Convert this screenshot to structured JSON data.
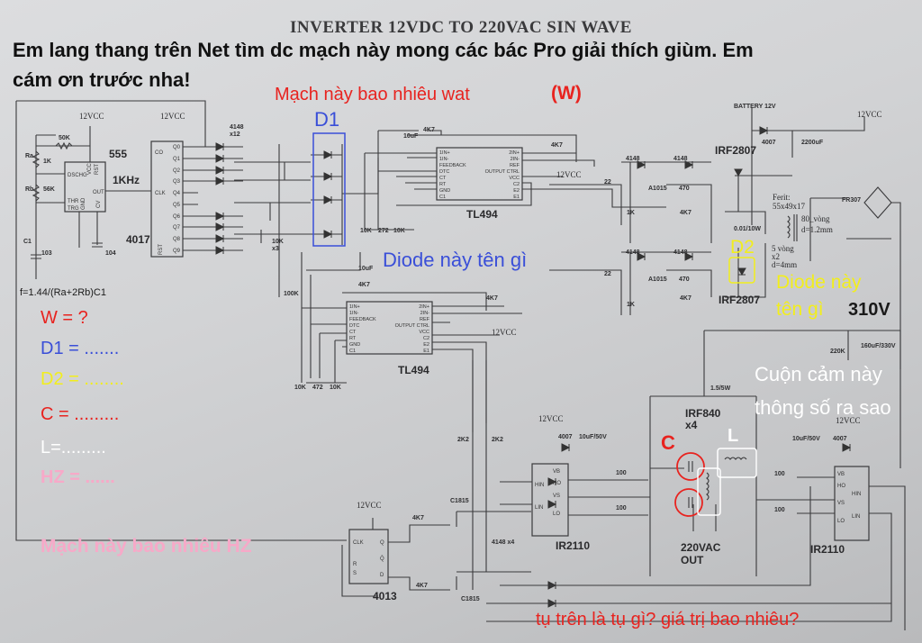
{
  "title": "INVERTER 12VDC TO 220VAC SIN WAVE",
  "question": {
    "line1": "Em lang thang trên Net tìm dc mạch này mong các bác Pro giải thích giùm. Em",
    "line2": "cám ơn trước nha!"
  },
  "annotations": {
    "watt_question": "Mạch này bao nhiêu wat",
    "watt_unit": "(W)",
    "d1_label": "D1",
    "d1_question": "Diode này tên gì",
    "d2_label": "D2",
    "d2_question_1": "Diode này",
    "d2_question_2": "tên gì",
    "voltage": "310V",
    "inductor_question_1": "Cuộn cảm này",
    "inductor_question_2": "thông số ra sao",
    "c_label": "C",
    "l_label": "L",
    "hz_question": "Mạch này bao nhiêu HZ",
    "cap_question": "tụ trên là tụ gì? giá trị bao nhiêu?",
    "formula": "f=1.44/(Ra+2Rb)C1"
  },
  "answers": {
    "w": "W = ?",
    "d1": "D1 = .......",
    "d2": "D2 = ........",
    "c": "C = .........",
    "l": "L=.........",
    "hz": "HZ = ......"
  },
  "colors": {
    "red": "#e8231f",
    "blue": "#3a4fd8",
    "yellow": "#f2ee1c",
    "pink": "#f7a9c8",
    "white": "#ffffff"
  },
  "schematic": {
    "vcc": "12VCC",
    "ic555": "555",
    "freq": "1KHz",
    "ic4017": "4017",
    "ra": "Ra",
    "rb": "Rb",
    "r1k": "1K",
    "r56k": "56K",
    "r50k": "50K",
    "c1": "C1",
    "c103": "103",
    "c104": "104",
    "d4148": "4148",
    "x12": "x12",
    "r10k": "10K",
    "x3": "x3",
    "tl494": "TL494",
    "c10uf": "10uF",
    "r4k7": "4K7",
    "c272": "272",
    "c472": "472",
    "r100k": "100K",
    "battery": "BATTERY 12V",
    "d4007": "4007",
    "c2200": "2200uF",
    "irf2807": "IRF2807",
    "a1015": "A1015",
    "r470": "470",
    "r22": "22",
    "ferit1": "Ferit:",
    "ferit2": "55x49x17",
    "turns80": "80_vòng",
    "d12": "d=1.2mm",
    "shunt": "0.01/10W",
    "turns5": "5 vòng",
    "x2": "x2",
    "d4": "d=4mm",
    "fr307": "FR307",
    "r220k": "220K",
    "c160": "160uF/330V",
    "r15": "1.5/5W",
    "irf840": "IRF840",
    "x4": "x4",
    "out1": "220VAC",
    "out2": "OUT",
    "ir2110": "IR2110",
    "c10u50": "10uF/50V",
    "r100": "100",
    "r2k2": "2K2",
    "c1815": "C1815",
    "d4148x4": "4148 x4",
    "ic4013": "4013",
    "p_dsch": "DSCHG",
    "p_out": "OUT",
    "p_thr": "THR",
    "p_trg": "TRG",
    "p_gnd": "GND",
    "p_cv": "CV",
    "p_rst": "RST",
    "p_vcc": "VCC",
    "p_co": "CO",
    "p_clk": "CLK",
    "q_pins": [
      "Q0",
      "Q1",
      "Q2",
      "Q3",
      "Q4",
      "Q5",
      "Q6",
      "Q7",
      "Q8",
      "Q9"
    ],
    "tl_left": [
      "1IN+",
      "1IN-",
      "FEEDBACK",
      "DTC",
      "CT",
      "RT",
      "GND",
      "C1"
    ],
    "tl_right": [
      "2IN+",
      "2IN-",
      "REF",
      "OUTPUT CTRL",
      "VCC",
      "C2",
      "E2",
      "E1"
    ],
    "ir_pins": [
      "VB",
      "HO",
      "VS",
      "LO",
      "HIN",
      "LIN"
    ],
    "ff_pins": [
      "CLK",
      "Q",
      "Q̄",
      "D",
      "R",
      "S"
    ]
  }
}
